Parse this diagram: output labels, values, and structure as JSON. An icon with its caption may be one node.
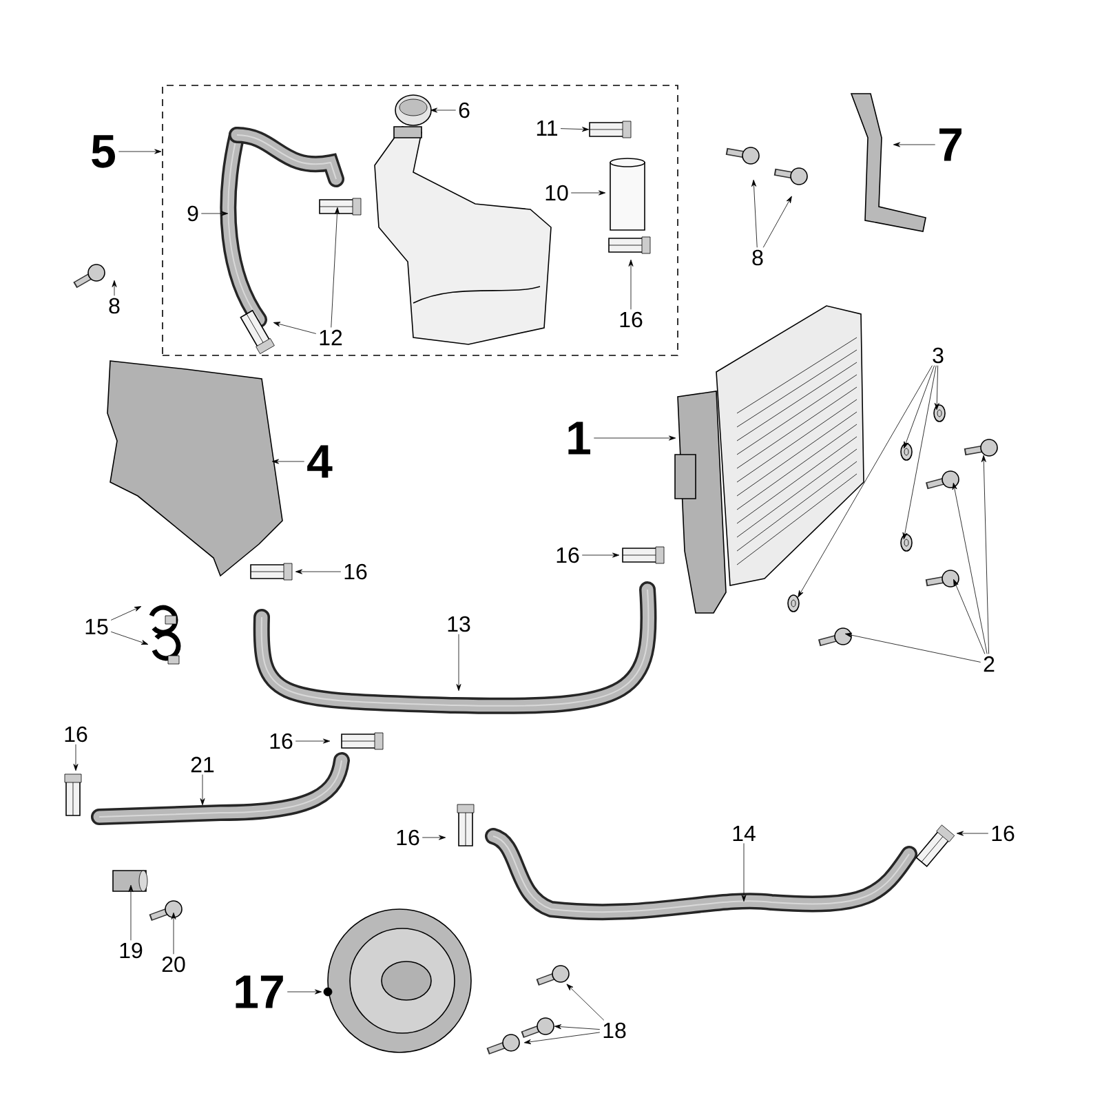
{
  "diagram": {
    "nodes": [
      {
        "text": [
          "5"
        ]
      },
      {
        "text": [],
        "shape": "box"
      },
      {
        "text": [
          "6"
        ],
        "in": 1
      },
      {
        "text": [
          "11"
        ],
        "in": 1
      },
      {
        "text": [
          "9"
        ],
        "in": 1
      },
      {
        "text": [
          "10"
        ],
        "in": 1
      },
      {
        "text": [
          "7"
        ]
      },
      {
        "text": [
          "8"
        ]
      },
      {
        "text": [
          "16"
        ],
        "in": 1
      },
      {
        "text": [
          "8"
        ]
      },
      {
        "text": [
          "12"
        ],
        "in": 1
      },
      {
        "text": [
          "3"
        ]
      },
      {
        "text": [
          "1"
        ]
      },
      {
        "text": [
          "4"
        ]
      },
      {
        "text": [
          "16"
        ]
      },
      {
        "text": [
          "16"
        ]
      },
      {
        "text": [
          "15"
        ]
      },
      {
        "text": [
          "13"
        ]
      },
      {
        "text": [
          "2"
        ]
      },
      {
        "text": [
          "16"
        ]
      },
      {
        "text": [
          "16"
        ]
      },
      {
        "text": [
          "21"
        ]
      },
      {
        "text": [
          "14"
        ]
      },
      {
        "text": [
          "16"
        ]
      },
      {
        "text": [
          "16"
        ]
      },
      {
        "text": [
          "19"
        ]
      },
      {
        "text": [
          "20"
        ]
      },
      {
        "text": [
          "17"
        ]
      },
      {
        "text": [
          "18"
        ]
      }
    ],
    "edges": [
      {
        "from": 0,
        "to": 1,
        "arrow": "to"
      },
      {
        "from": 2,
        "to": null,
        "arrow": "to"
      },
      {
        "from": 3,
        "to": null,
        "arrow": "to"
      },
      {
        "from": 4,
        "to": null,
        "arrow": "to"
      },
      {
        "from": 5,
        "to": null,
        "arrow": "to"
      },
      {
        "from": 6,
        "to": null,
        "arrow": "to"
      },
      {
        "from": 7,
        "to": null,
        "arrow": "to"
      },
      {
        "from": 7,
        "to": null,
        "arrow": "to"
      },
      {
        "from": 8,
        "to": null,
        "arrow": "to"
      },
      {
        "from": 9,
        "to": null,
        "arrow": "to"
      },
      {
        "from": 10,
        "to": null,
        "arrow": "to"
      },
      {
        "from": 10,
        "to": null,
        "arrow": "to"
      },
      {
        "from": 11,
        "to": null,
        "arrow": "to"
      },
      {
        "from": 11,
        "to": null,
        "arrow": "to"
      },
      {
        "from": 11,
        "to": null,
        "arrow": "to"
      },
      {
        "from": 11,
        "to": null,
        "arrow": "to"
      },
      {
        "from": 12,
        "to": null,
        "arrow": "to"
      },
      {
        "from": 13,
        "to": null,
        "arrow": "to"
      },
      {
        "from": 14,
        "to": null,
        "arrow": "to"
      },
      {
        "from": 15,
        "to": null,
        "arrow": "to"
      },
      {
        "from": 16,
        "to": null,
        "arrow": "to"
      },
      {
        "from": 16,
        "to": null,
        "arrow": "to"
      },
      {
        "from": 17,
        "to": null,
        "arrow": "to"
      },
      {
        "from": 18,
        "to": null,
        "arrow": "to"
      },
      {
        "from": 18,
        "to": null,
        "arrow": "to"
      },
      {
        "from": 18,
        "to": null,
        "arrow": "to"
      },
      {
        "from": 18,
        "to": null,
        "arrow": "to"
      },
      {
        "from": 19,
        "to": null,
        "arrow": "to"
      },
      {
        "from": 20,
        "to": null,
        "arrow": "to"
      },
      {
        "from": 21,
        "to": null,
        "arrow": "to"
      },
      {
        "from": 22,
        "to": null,
        "arrow": "to"
      },
      {
        "from": 23,
        "to": null,
        "arrow": "to"
      },
      {
        "from": 24,
        "to": null,
        "arrow": "to"
      },
      {
        "from": 25,
        "to": null,
        "arrow": "to"
      },
      {
        "from": 26,
        "to": null,
        "arrow": "to"
      },
      {
        "from": 27,
        "to": null,
        "arrow": "to"
      },
      {
        "from": 28,
        "to": null,
        "arrow": "to"
      },
      {
        "from": 28,
        "to": null,
        "arrow": "to"
      },
      {
        "from": 28,
        "to": null,
        "arrow": "to"
      }
    ]
  }
}
